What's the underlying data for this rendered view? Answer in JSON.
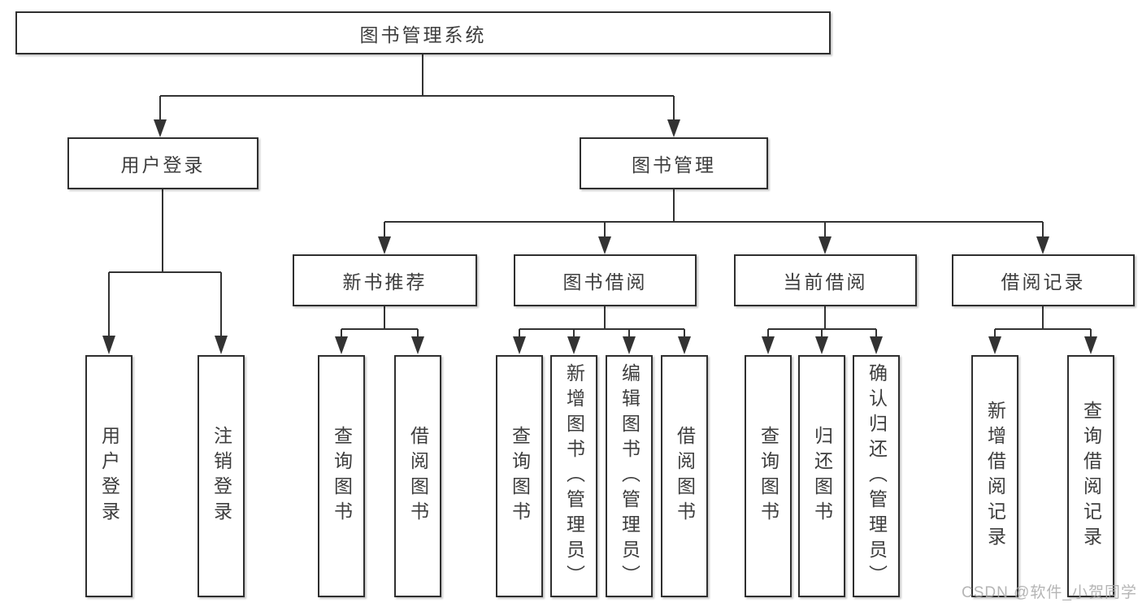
{
  "diagram": {
    "title": "图书管理系统",
    "level2": [
      {
        "label": "用户登录",
        "children": [
          "用户登录",
          "注销登录"
        ]
      },
      {
        "label": "图书管理",
        "children": [
          {
            "label": "新书推荐",
            "children": [
              "查询图书",
              "借阅图书"
            ]
          },
          {
            "label": "图书借阅",
            "children": [
              "查询图书",
              "新增图书（管理员）",
              "编辑图书（管理员）",
              "借阅图书"
            ]
          },
          {
            "label": "当前借阅",
            "children": [
              "查询图书",
              "归还图书",
              "确认归还（管理员）"
            ]
          },
          {
            "label": "借阅记录",
            "children": [
              "新增借阅记录",
              "查询借阅记录"
            ]
          }
        ]
      }
    ]
  },
  "watermark": {
    "text": "CSDN @软件_小贺同学"
  },
  "colors": {
    "line": "#333333",
    "box_border": "#2f2f2f",
    "box_fill": "#ffffff",
    "text": "#3d3d3d",
    "watermark": "#a8a8a8",
    "background": "#ffffff"
  }
}
